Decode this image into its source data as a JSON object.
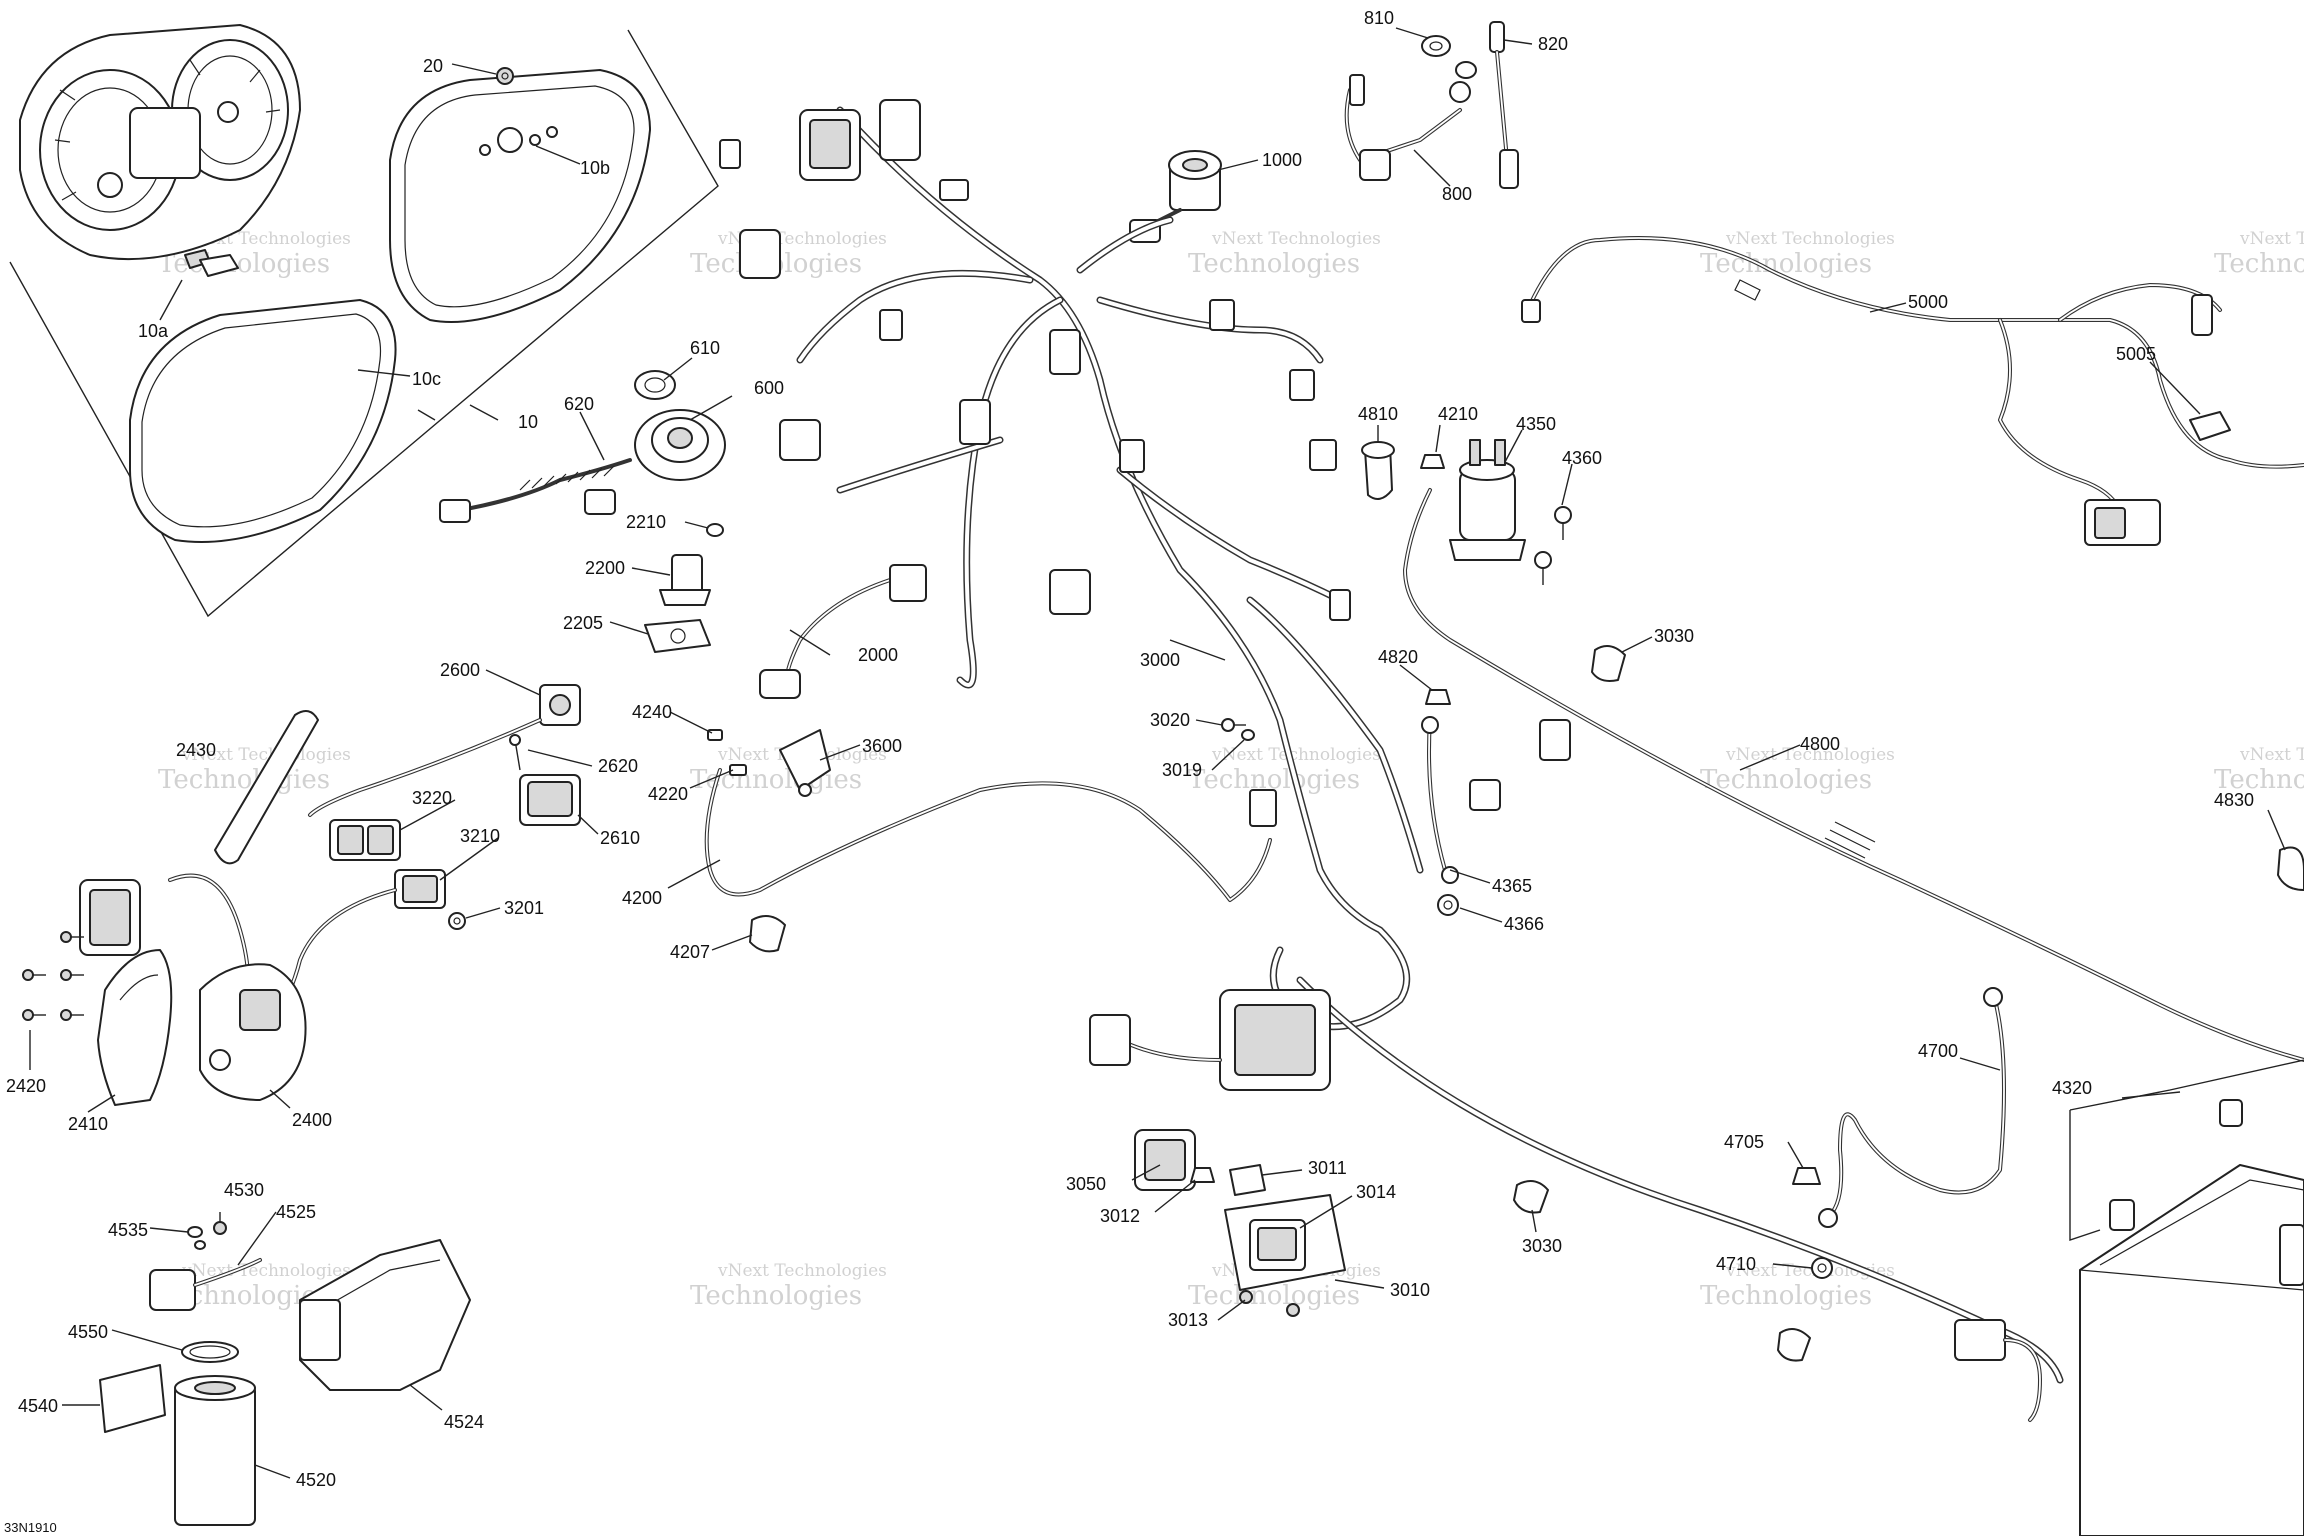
{
  "diagram_code": "33N1910",
  "watermark": {
    "line1": "vNext Technologies",
    "line2": "Technologies"
  },
  "parts": [
    {
      "id": "p10",
      "label": "10"
    },
    {
      "id": "p10a",
      "label": "10a"
    },
    {
      "id": "p10b",
      "label": "10b"
    },
    {
      "id": "p10c",
      "label": "10c"
    },
    {
      "id": "p20",
      "label": "20"
    },
    {
      "id": "p600",
      "label": "600"
    },
    {
      "id": "p610",
      "label": "610"
    },
    {
      "id": "p620",
      "label": "620"
    },
    {
      "id": "p800",
      "label": "800"
    },
    {
      "id": "p810",
      "label": "810"
    },
    {
      "id": "p820",
      "label": "820"
    },
    {
      "id": "p1000",
      "label": "1000"
    },
    {
      "id": "p2000",
      "label": "2000"
    },
    {
      "id": "p2200",
      "label": "2200"
    },
    {
      "id": "p2205",
      "label": "2205"
    },
    {
      "id": "p2210",
      "label": "2210"
    },
    {
      "id": "p2400",
      "label": "2400"
    },
    {
      "id": "p2410",
      "label": "2410"
    },
    {
      "id": "p2420",
      "label": "2420"
    },
    {
      "id": "p2430",
      "label": "2430"
    },
    {
      "id": "p2600",
      "label": "2600"
    },
    {
      "id": "p2610",
      "label": "2610"
    },
    {
      "id": "p2620",
      "label": "2620"
    },
    {
      "id": "p3000",
      "label": "3000"
    },
    {
      "id": "p3010",
      "label": "3010"
    },
    {
      "id": "p3011",
      "label": "3011"
    },
    {
      "id": "p3012",
      "label": "3012"
    },
    {
      "id": "p3013",
      "label": "3013"
    },
    {
      "id": "p3014",
      "label": "3014"
    },
    {
      "id": "p3019",
      "label": "3019"
    },
    {
      "id": "p3020",
      "label": "3020"
    },
    {
      "id": "p3030a",
      "label": "3030"
    },
    {
      "id": "p3030b",
      "label": "3030"
    },
    {
      "id": "p3050",
      "label": "3050"
    },
    {
      "id": "p3201",
      "label": "3201"
    },
    {
      "id": "p3210",
      "label": "3210"
    },
    {
      "id": "p3220",
      "label": "3220"
    },
    {
      "id": "p3600",
      "label": "3600"
    },
    {
      "id": "p4200",
      "label": "4200"
    },
    {
      "id": "p4207",
      "label": "4207"
    },
    {
      "id": "p4210",
      "label": "4210"
    },
    {
      "id": "p4220",
      "label": "4220"
    },
    {
      "id": "p4240",
      "label": "4240"
    },
    {
      "id": "p4320",
      "label": "4320"
    },
    {
      "id": "p4350",
      "label": "4350"
    },
    {
      "id": "p4360",
      "label": "4360"
    },
    {
      "id": "p4365",
      "label": "4365"
    },
    {
      "id": "p4366",
      "label": "4366"
    },
    {
      "id": "p4520",
      "label": "4520"
    },
    {
      "id": "p4524",
      "label": "4524"
    },
    {
      "id": "p4525",
      "label": "4525"
    },
    {
      "id": "p4530",
      "label": "4530"
    },
    {
      "id": "p4535",
      "label": "4535"
    },
    {
      "id": "p4540",
      "label": "4540"
    },
    {
      "id": "p4550",
      "label": "4550"
    },
    {
      "id": "p4700",
      "label": "4700"
    },
    {
      "id": "p4705",
      "label": "4705"
    },
    {
      "id": "p4710",
      "label": "4710"
    },
    {
      "id": "p4800",
      "label": "4800"
    },
    {
      "id": "p4810",
      "label": "4810"
    },
    {
      "id": "p4820",
      "label": "4820"
    },
    {
      "id": "p4830",
      "label": "4830"
    },
    {
      "id": "p5000",
      "label": "5000"
    },
    {
      "id": "p5005",
      "label": "5005"
    }
  ]
}
